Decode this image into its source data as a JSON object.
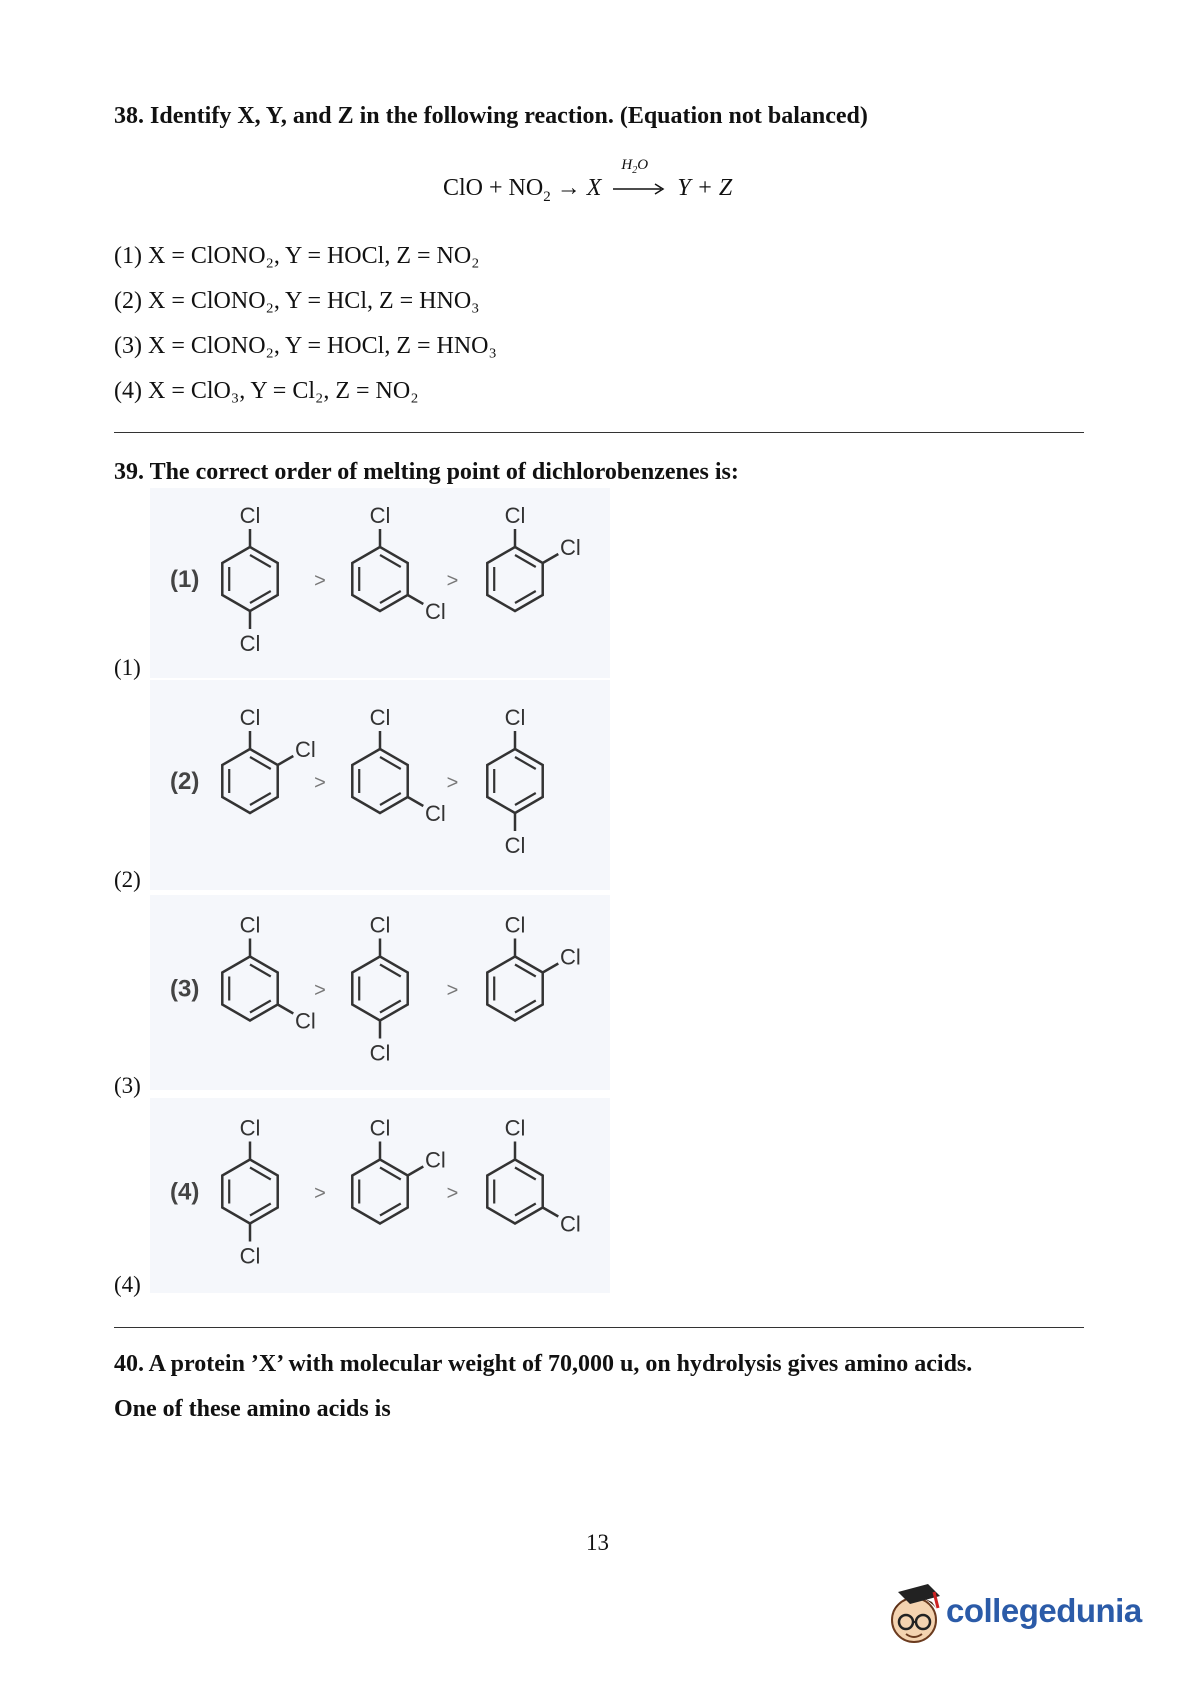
{
  "q38": {
    "title": "38. Identify X, Y, and Z in the following reaction. (Equation not balanced)",
    "equation": {
      "left": "ClO + NO",
      "left_sub": "2",
      "arrow1": "→",
      "x": "X",
      "arrow_label": "H",
      "arrow_label_sub": "2",
      "arrow_label_tail": "O",
      "right": "Y + Z"
    },
    "options": [
      {
        "num": "(1)",
        "text": "X = ClONO₂, Y = HOCl, Z = NO₂"
      },
      {
        "num": "(2)",
        "text": "X = ClONO₂, Y = HCl, Z = HNO₃"
      },
      {
        "num": "(3)",
        "text": "X = ClONO₂, Y = HOCl, Z = HNO₃"
      },
      {
        "num": "(4)",
        "text": "X = ClO₃, Y = Cl₂, Z = NO₂"
      }
    ]
  },
  "q39": {
    "title": "39. The correct order of melting point of dichlorobenzenes is:",
    "options": [
      {
        "num": "(1)",
        "inner_label": "(1)",
        "order": [
          "para",
          "meta",
          "ortho"
        ]
      },
      {
        "num": "(2)",
        "inner_label": "(2)",
        "order": [
          "ortho",
          "meta",
          "para"
        ]
      },
      {
        "num": "(3)",
        "inner_label": "(3)",
        "order": [
          "meta",
          "para",
          "ortho"
        ]
      },
      {
        "num": "(4)",
        "inner_label": "(4)",
        "order": [
          "para",
          "ortho",
          "meta"
        ]
      }
    ],
    "substituent": "Cl",
    "gt": ">"
  },
  "q40": {
    "line1": "40. A protein ’X’ with molecular weight of 70,000 u, on hydrolysis gives amino acids.",
    "line2": "One of these amino acids is"
  },
  "page_number": "13",
  "logo": {
    "text": "collegedunia",
    "icon": "student-mascot-icon",
    "color": "#2b5ba8"
  }
}
